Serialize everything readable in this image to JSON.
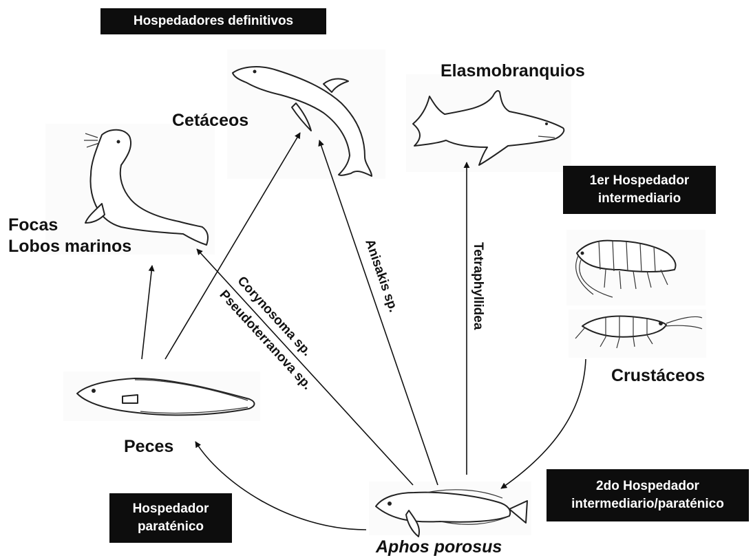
{
  "boxes": {
    "definitive": "Hospedadores definitivos",
    "first_intermediate_line1": "1er Hospedador",
    "first_intermediate_line2": "intermediario",
    "second_intermediate_line1": "2do Hospedador",
    "second_intermediate_line2": "intermediario/paraténico",
    "paratenic_line1": "Hospedador",
    "paratenic_line2": "paraténico"
  },
  "labels": {
    "cetaceans": "Cetáceos",
    "elasmobranchs": "Elasmobranquios",
    "seals_line1": "Focas",
    "seals_line2": "Lobos marinos",
    "fishes": "Peces",
    "crustaceans": "Crustáceos",
    "aphos": "Aphos porosus"
  },
  "parasites": {
    "corynosoma": "Corynosoma sp.",
    "pseudoterranova": "Pseudoterranova sp.",
    "anisakis": "Anisakis sp.",
    "tetraphyllidea": "Tetraphyllidea"
  },
  "icons": [
    "dolphin-icon",
    "shark-icon",
    "seal-icon",
    "eel-fish-icon",
    "amphipod-icon",
    "shrimp-icon",
    "toadfish-icon"
  ]
}
